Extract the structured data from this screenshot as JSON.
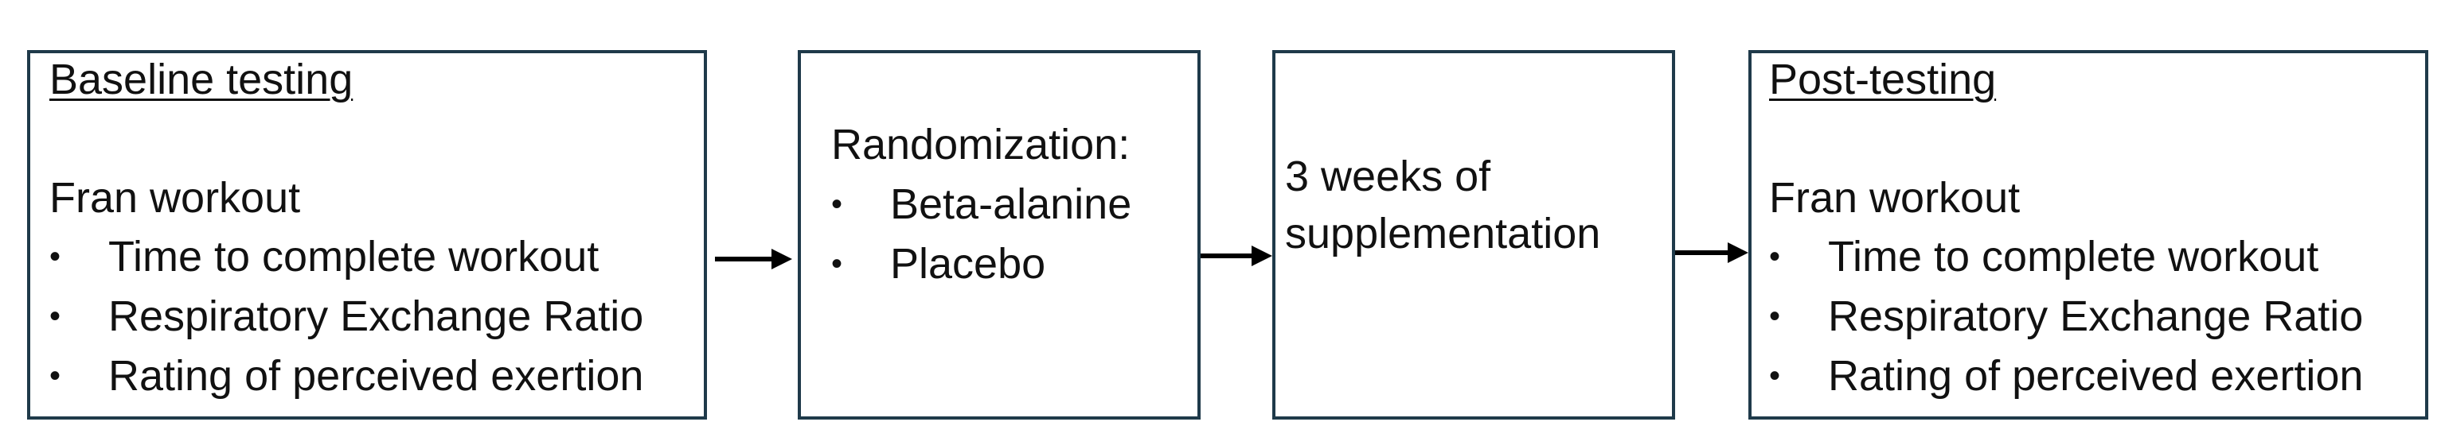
{
  "baseline": {
    "heading": "Baseline testing",
    "subheading": "Fran workout",
    "bullets": [
      "Time to complete workout",
      "Respiratory Exchange Ratio",
      "Rating of perceived exertion"
    ]
  },
  "randomization": {
    "heading": "Randomization:",
    "bullets": [
      "Beta-alanine",
      "Placebo"
    ]
  },
  "supplementation": {
    "line1": "3 weeks of",
    "line2": "supplementation"
  },
  "post": {
    "heading": "Post-testing",
    "subheading": "Fran workout",
    "bullets": [
      "Time to complete workout",
      "Respiratory Exchange Ratio",
      "Rating of perceived exertion"
    ]
  },
  "bullet_glyph": "•",
  "colors": {
    "box_border": "#1f3a4a",
    "arrow": "#000000",
    "text": "#111111"
  }
}
